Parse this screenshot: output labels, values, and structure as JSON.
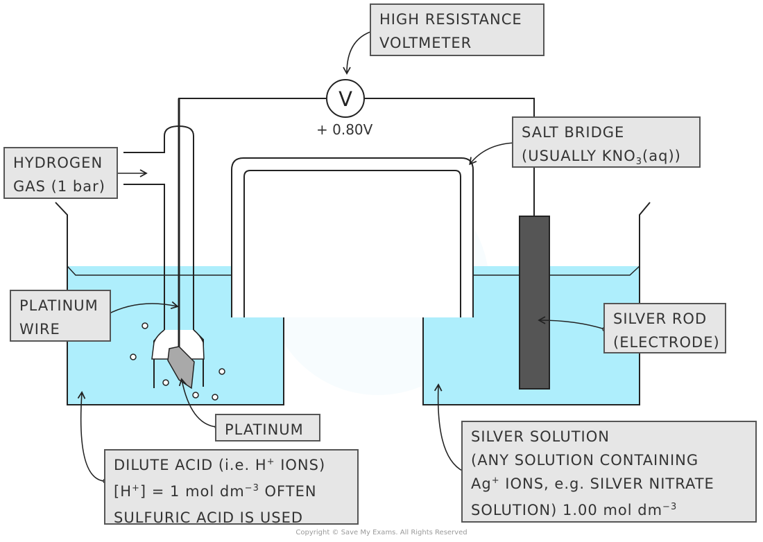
{
  "labels": {
    "voltmeter": [
      "HIGH  RESISTANCE",
      "VOLTMETER"
    ],
    "voltmeter_symbol": "V",
    "voltage": "+ 0.80V",
    "salt_bridge_line1": "SALT  BRIDGE",
    "salt_bridge_line2_pre": "(USUALLY  KNO",
    "salt_bridge_sub": "3",
    "salt_bridge_line2_post": "(aq))",
    "hydrogen": [
      "HYDROGEN",
      "GAS  (1 bar)"
    ],
    "platinum_wire": [
      "PLATINUM",
      "WIRE"
    ],
    "platinum": "PLATINUM",
    "silver_rod": [
      "SILVER  ROD",
      "(ELECTRODE)"
    ],
    "acid_l1_pre": "DILUTE  ACID  (i.e.  H",
    "acid_l1_sup": "+",
    "acid_l1_post": "  IONS)",
    "acid_l2_pre": "[H",
    "acid_l2_sup": "+",
    "acid_l2_mid": "] = 1 mol dm",
    "acid_l2_sup2": "−3",
    "acid_l2_post": "  OFTEN",
    "acid_l3": "SULFURIC  ACID  IS  USED",
    "silver_sol_l1": "SILVER  SOLUTION",
    "silver_sol_l2": "(ANY  SOLUTION  CONTAINING",
    "silver_sol_l3_pre": "Ag",
    "silver_sol_l3_sup": "+",
    "silver_sol_l3_post": "  IONS,  e.g.  SILVER  NITRATE",
    "silver_sol_l4_pre": "SOLUTION)  1.00 mol dm",
    "silver_sol_l4_sup": "−3",
    "copyright": "Copyright © Save My Exams. All Rights Reserved"
  },
  "colors": {
    "solution": "#aeeefc",
    "line": "#222222",
    "label_bg": "#e6e6e6",
    "silver_rod": "#555555",
    "platinum": "#a9a9a9"
  }
}
